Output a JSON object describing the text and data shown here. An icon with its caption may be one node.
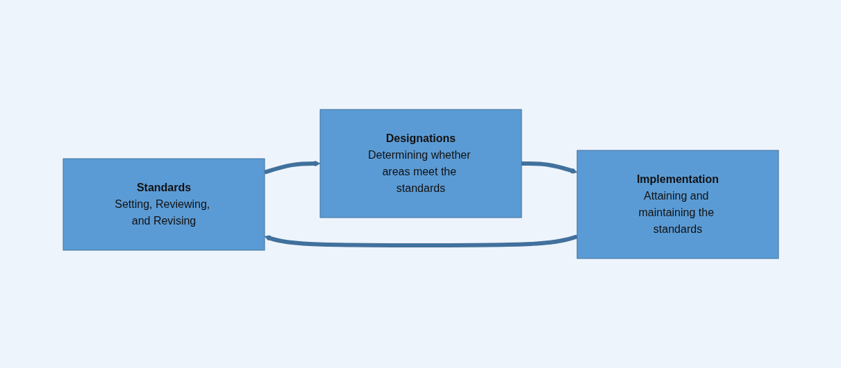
{
  "diagram": {
    "nodes": [
      {
        "text": [
          "Standards",
          "Setting, Reviewing, and Revising"
        ]
      },
      {
        "text": [
          "Designations",
          "Determining whether areas meet the standards"
        ]
      },
      {
        "text": [
          "Implementation",
          "Attaining and maintaining the standards"
        ]
      }
    ],
    "edges": [
      {
        "from": 0,
        "to": 1,
        "arrow": "to"
      },
      {
        "from": 1,
        "to": 2,
        "arrow": "to"
      },
      {
        "from": 2,
        "to": 0,
        "arrow": "to"
      }
    ]
  }
}
